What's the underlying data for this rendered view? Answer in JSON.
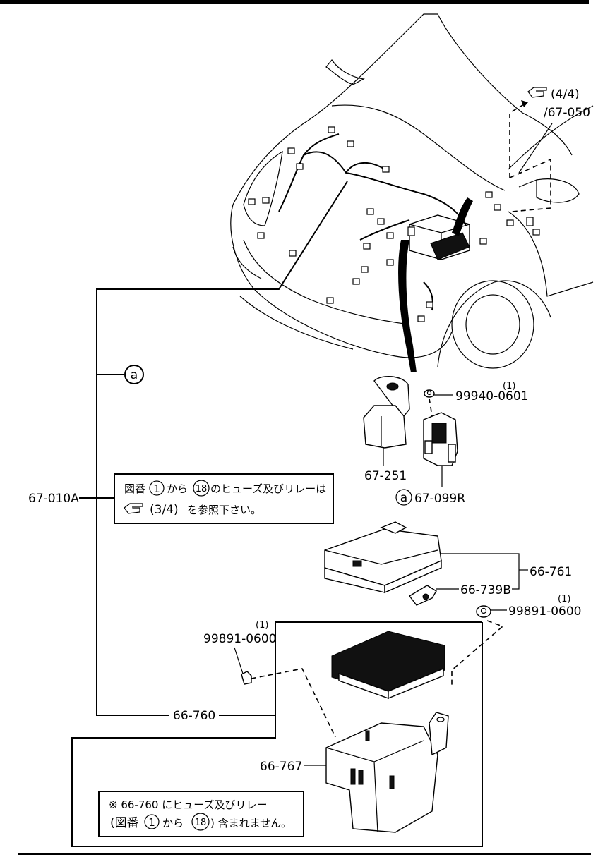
{
  "parts": {
    "ref_upper": "(4/4)",
    "ref_upper_code": "/67-050",
    "qty_nut_upper": "(1)",
    "nut_upper": "99940-0601",
    "cover": "67-251",
    "circle_a": "a",
    "terminal": "67-099R",
    "harness": "67-010A",
    "fuse_cover": "66-761",
    "latch": "66-739B",
    "qty_nut_right": "(1)",
    "nut_right": "99891-0600",
    "qty_nut_left": "(1)",
    "nut_left": "99891-0600",
    "fuse_block": "66-760",
    "bracket": "66-767"
  },
  "note1": {
    "line1_a": "図番",
    "line1_n1": "1",
    "line1_b": "から",
    "line1_n2": "18",
    "line1_c": "のヒューズ及びリレーは",
    "line2_ref": "(3/4)",
    "line2_c": "を参照下さい。"
  },
  "note2": {
    "line1": "※ 66-760 にヒューズ及びリレー",
    "line2_a": "(図番",
    "line2_n1": "1",
    "line2_b": "から",
    "line2_n2": "18",
    "line2_c": ") 含まれません。"
  }
}
